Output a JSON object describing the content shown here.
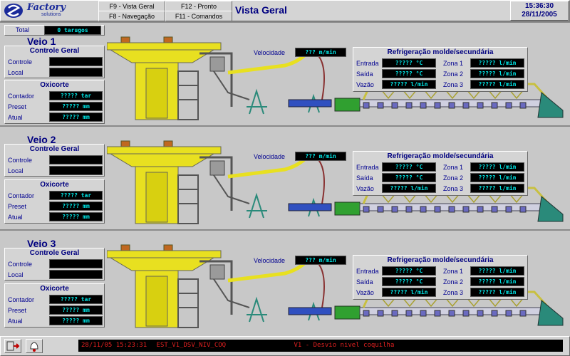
{
  "header": {
    "logo_main": "Factory",
    "logo_sub": "solutions",
    "nav": [
      {
        "label": "F9 - Vista Geral"
      },
      {
        "label": "F8 - Navegação"
      },
      {
        "label": "F12 - Pronto"
      },
      {
        "label": "F11 - Comandos"
      }
    ],
    "title": "Vista Geral",
    "time": "15:36:30",
    "date": "28/11/2005"
  },
  "total": {
    "label": "Total",
    "value": "0",
    "unit": "tarugos"
  },
  "labels": {
    "controle_geral": "Controle Geral",
    "controle": "Controle",
    "local": "Local",
    "oxicorte": "Oxicorte",
    "contador": "Contador",
    "preset": "Preset",
    "atual": "Atual",
    "velocidade": "Velocidade",
    "refrigeracao": "Refrigeração molde/secundária",
    "entrada": "Entrada",
    "saida": "Saída",
    "vazao": "Vazão",
    "zona1": "Zona 1",
    "zona2": "Zona 2",
    "zona3": "Zona 3"
  },
  "veios": [
    {
      "title": "Veio 1",
      "contador": "????? tar",
      "preset": "????? mm",
      "atual": "????? mm",
      "velocidade": "??? m/min",
      "entrada": "????? °C",
      "saida": "????? °C",
      "vazao": "????? l/min",
      "zona1": "????? l/min",
      "zona2": "????? l/min",
      "zona3": "????? l/min"
    },
    {
      "title": "Veio 2",
      "contador": "????? tar",
      "preset": "????? mm",
      "atual": "????? mm",
      "velocidade": "??? m/min",
      "entrada": "????? °C",
      "saida": "????? °C",
      "vazao": "????? l/min",
      "zona1": "????? l/min",
      "zona2": "????? l/min",
      "zona3": "????? l/min"
    },
    {
      "title": "Veio 3",
      "contador": "????? tar",
      "preset": "????? mm",
      "atual": "????? mm",
      "velocidade": "??? m/min",
      "entrada": "????? °C",
      "saida": "????? °C",
      "vazao": "????? l/min",
      "zona1": "????? l/min",
      "zona2": "????? l/min",
      "zona3": "????? l/min"
    }
  ],
  "status": {
    "alarm_time": "28/11/05 15:23:31",
    "alarm_tag": "EST_V1_DSV_NIV_COQ",
    "alarm_text": "V1 - Desvio nivel coquilha"
  },
  "colors": {
    "value_text": "#00e8e8",
    "alarm_text": "#e02020",
    "title_blue": "#000080",
    "machine_yellow": "#e8e020"
  }
}
